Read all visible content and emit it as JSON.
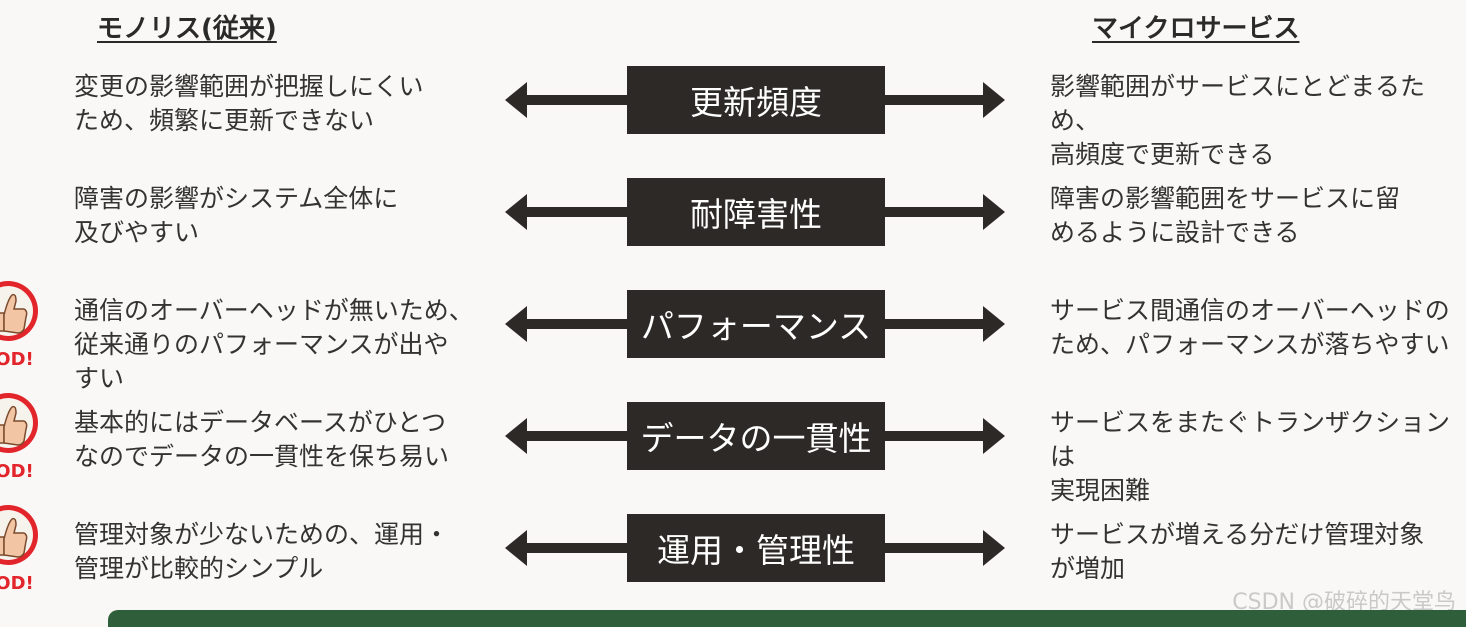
{
  "headers": {
    "monolith": "モノリス(従来)",
    "microservices": "マイクロサービス"
  },
  "rows": [
    {
      "label": "更新頻度",
      "monolith": "変更の影響範囲が把握しにくい\nため、頻繁に更新できない",
      "microservices": "影響範囲がサービスにとどまるため、\n高頻度で更新できる",
      "good_badge": false
    },
    {
      "label": "耐障害性",
      "monolith": "障害の影響がシステム全体に\n及びやすい",
      "microservices": "障害の影響範囲をサービスに留\nめるように設計できる",
      "good_badge": false
    },
    {
      "label": "パフォーマンス",
      "monolith": "通信のオーバーヘッドが無いため、\n従来通りのパフォーマンスが出や\nすい",
      "microservices": "サービス間通信のオーバーヘッドの\nため、パフォーマンスが落ちやすい",
      "good_badge": true
    },
    {
      "label": "データの一貫性",
      "monolith": "基本的にはデータベースがひとつ\nなのでデータの一貫性を保ち易い",
      "microservices": "サービスをまたぐトランザクションは\n実現困難",
      "good_badge": true
    },
    {
      "label": "運用・管理性",
      "monolith": "管理対象が少ないための、運用・\n管理が比較的シンプル",
      "microservices": "サービスが増える分だけ管理対象\nが増加",
      "good_badge": true
    }
  ],
  "badge": {
    "text": "OOD!",
    "icon": "thumbs-up-icon",
    "color": "#e2242b"
  },
  "watermark": "CSDN @破碎的天堂鸟",
  "colors": {
    "box": "#2d2926",
    "arrow": "#2d2926",
    "footer": "#2f5f3a",
    "background": "#faf8f6"
  }
}
